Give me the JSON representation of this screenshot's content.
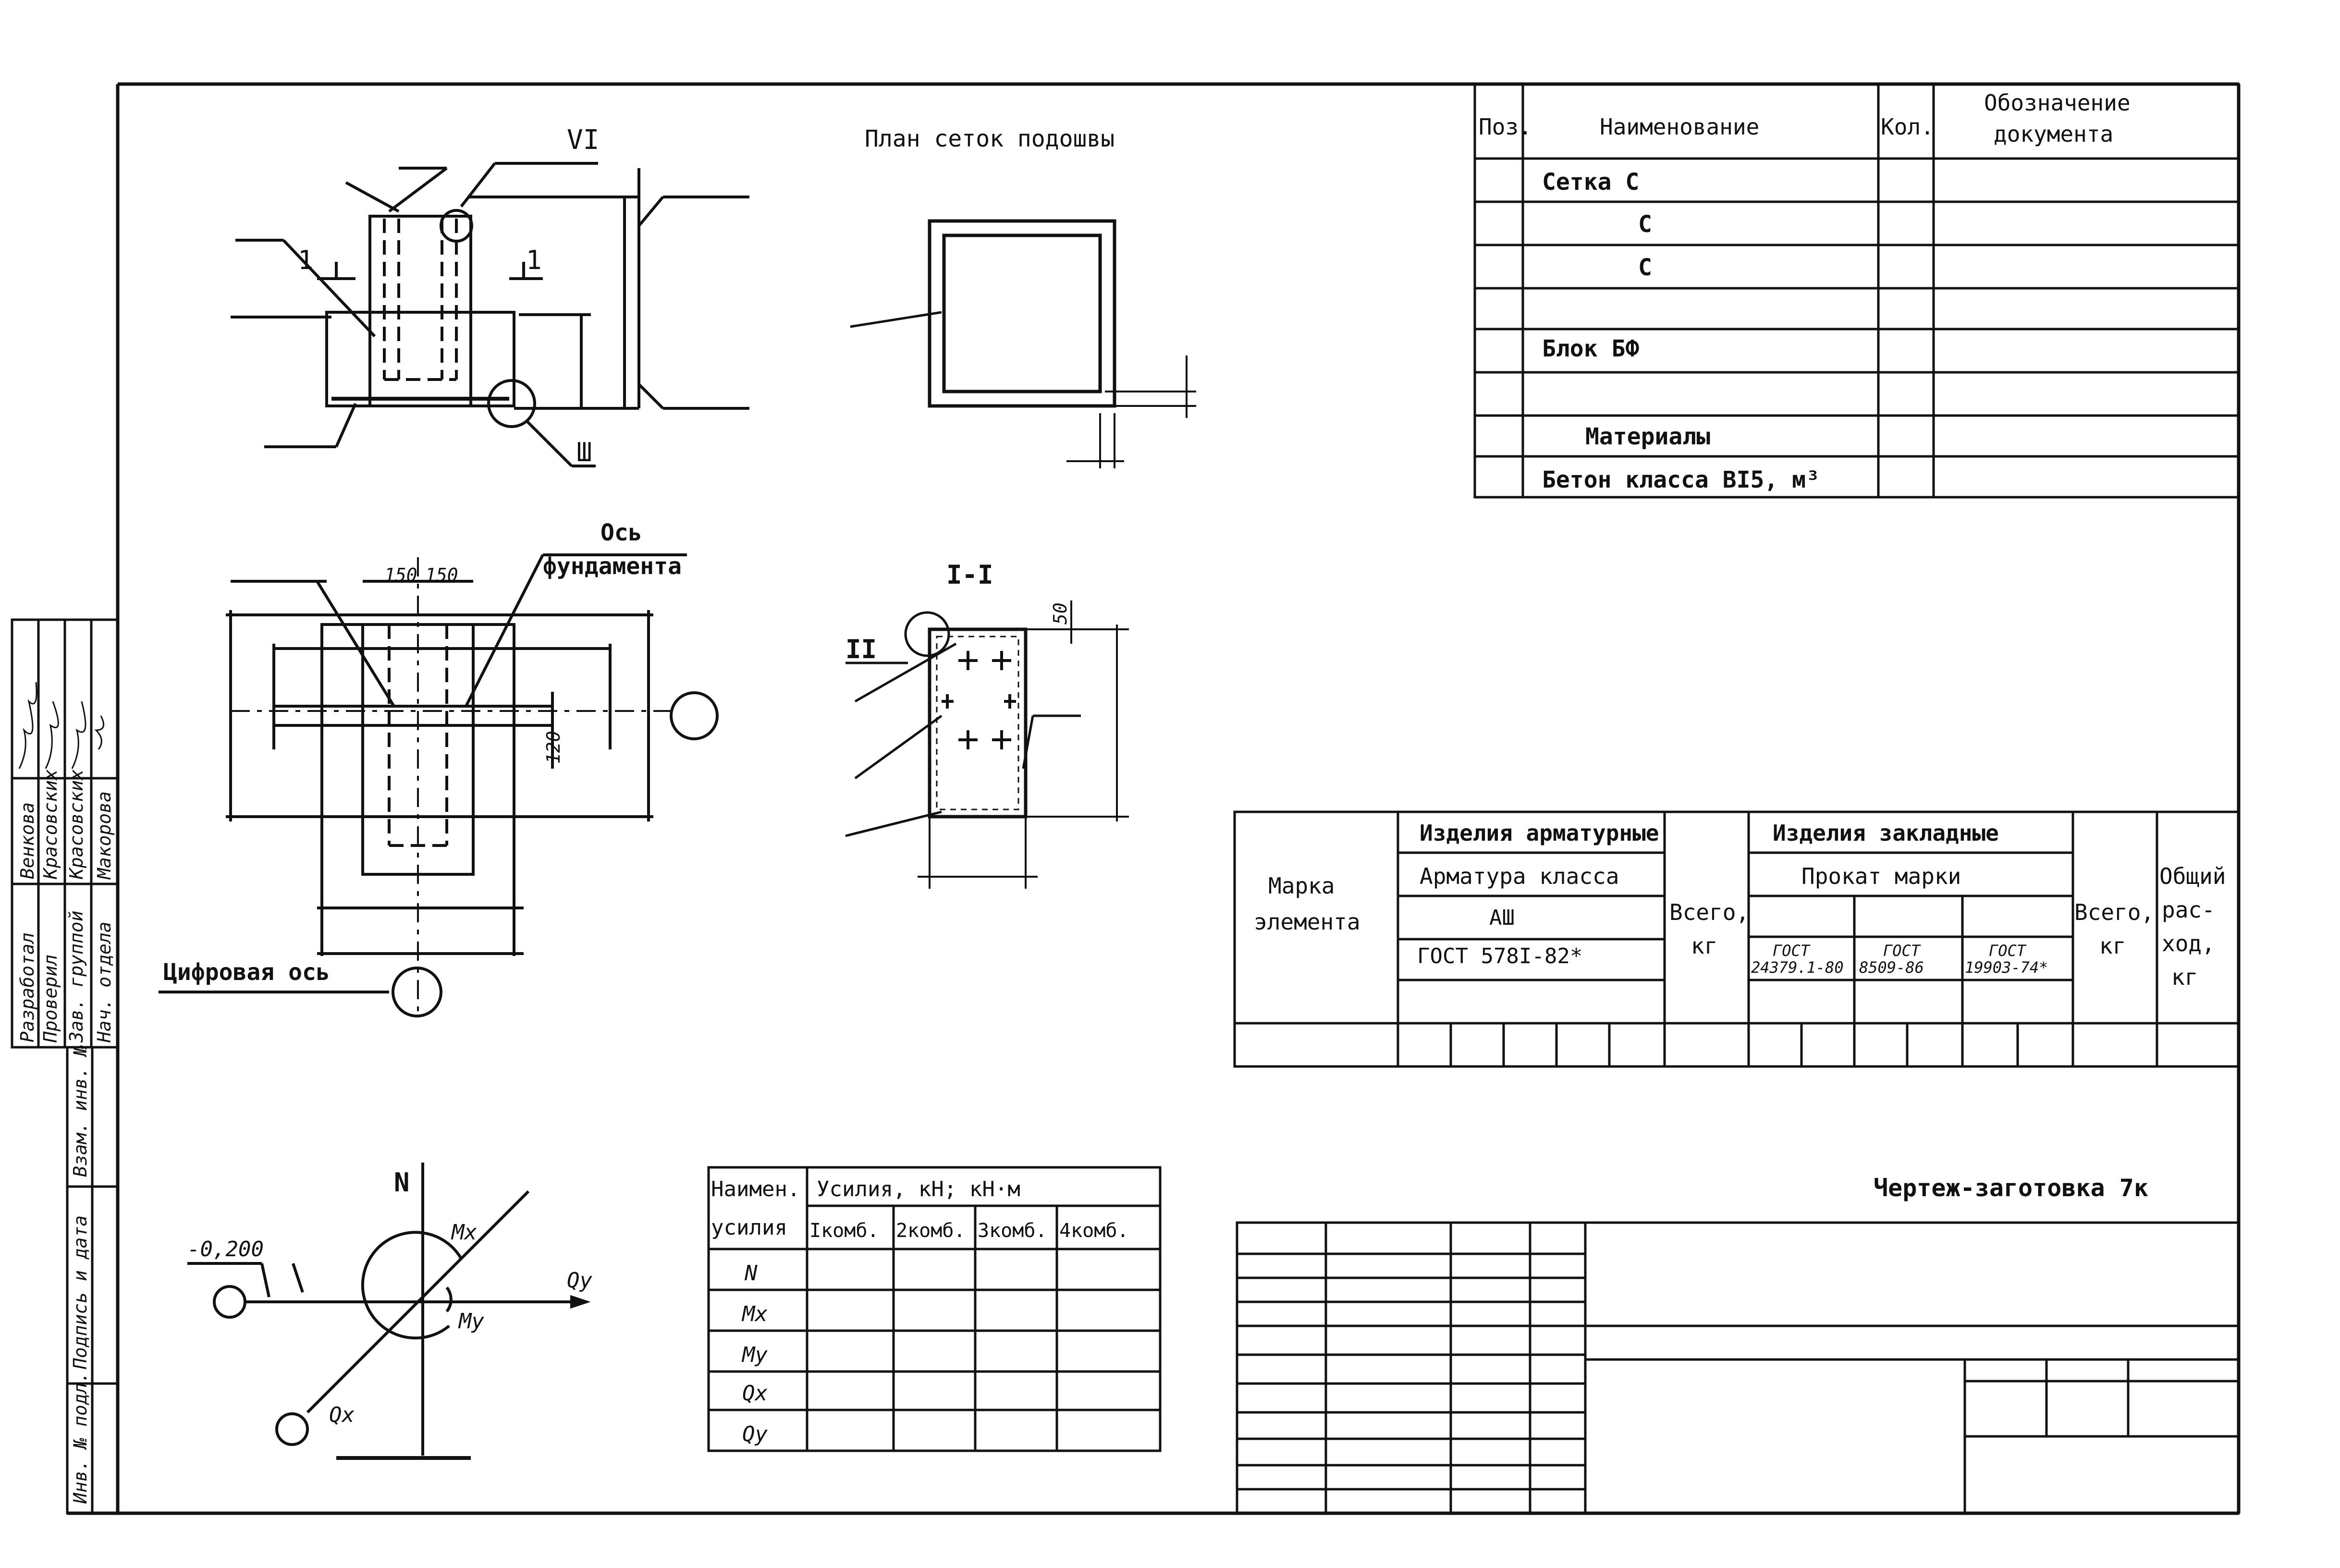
{
  "labels": {
    "vi": "VI",
    "plan_title": "План сеток подошвы",
    "section_1_left": "1",
    "section_1_right": "1",
    "iii": "Ш",
    "axis_foundation_1": "Ось",
    "axis_foundation_2": "фундамента",
    "dim_150_a": "150",
    "dim_150_b": "150",
    "dim_120": "120",
    "digital_axis": "Цифровая ось",
    "section_title": "I-I",
    "ii": "II",
    "dim_50": "50",
    "n_axis": "N",
    "level": "-0,200",
    "mx": "Mx",
    "my": "My",
    "qy": "Qy",
    "qx": "Qx",
    "drawing_name": "Чертеж-заготовка 7к"
  },
  "spec_table": {
    "headers": [
      "Поз.",
      "Наименование",
      "Кол.",
      "Обозначение документа"
    ],
    "header_doc_1": "Обозначение",
    "header_doc_2": "документа",
    "rows": [
      {
        "pos": "",
        "name": "Сетка С",
        "qty": "",
        "doc": ""
      },
      {
        "pos": "",
        "name": "С",
        "qty": "",
        "doc": ""
      },
      {
        "pos": "",
        "name": "С",
        "qty": "",
        "doc": ""
      },
      {
        "pos": "",
        "name": "",
        "qty": "",
        "doc": ""
      },
      {
        "pos": "",
        "name": "Блок БФ",
        "qty": "",
        "doc": ""
      },
      {
        "pos": "",
        "name": "",
        "qty": "",
        "doc": ""
      },
      {
        "pos": "",
        "name": "Материалы",
        "qty": "",
        "doc": ""
      },
      {
        "pos": "",
        "name": "Бетон класса ВI5, м³",
        "qty": "",
        "doc": ""
      }
    ]
  },
  "steel_table": {
    "mark_1": "Марка",
    "mark_2": "элемента",
    "rebar_group": "Изделия арматурные",
    "embedded_group": "Изделия закладные",
    "rebar_class": "Арматура класса",
    "rebar_grade": "АШ",
    "rebar_gost": "ГОСТ 578I-82*",
    "total_1": "Всего,",
    "total_2": "кг",
    "rolled": "Прокат марки",
    "gost_1a": "ГОСТ",
    "gost_1b": "24379.1-80",
    "gost_2a": "ГОСТ",
    "gost_2b": "8509-86",
    "gost_3a": "ГОСТ",
    "gost_3b": "19903-74*",
    "emb_total_1": "Всего,",
    "emb_total_2": "кг",
    "overall_1": "Общий",
    "overall_2": "рас-",
    "overall_3": "ход,",
    "overall_4": "кг"
  },
  "forces_table": {
    "col1_1": "Наимен.",
    "col1_2": "усилия",
    "forces_header": "Усилия, кН; кН·м",
    "combos": [
      "Iкомб.",
      "2комб.",
      "3комб.",
      "4комб."
    ],
    "rows": [
      "N",
      "Mx",
      "My",
      "Qx",
      "Qy"
    ]
  },
  "stamp": {
    "roles": [
      "Разработал",
      "Проверил",
      "Зав. группой",
      "Нач. отдела"
    ],
    "names": [
      "Венкова",
      "Красовских",
      "Красовских",
      "Макорова"
    ],
    "margin": [
      "Инв. № подл.",
      "Подпись и дата",
      "Взам. инв. №"
    ]
  }
}
